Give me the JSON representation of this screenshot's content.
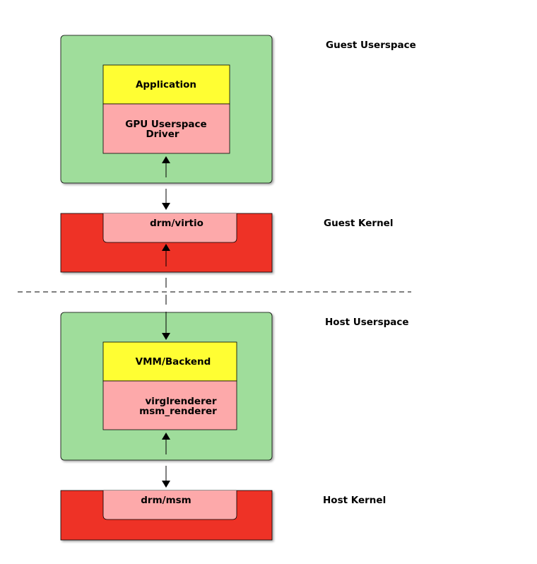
{
  "colors": {
    "userspace_green": "#9fdd9b",
    "kernel_red": "#ee3225",
    "driver_pink": "#fda9aa",
    "app_yellow": "#fffe33",
    "line": "#000000"
  },
  "guest_userspace": {
    "region_label": "Guest Userspace",
    "app_label": "Application",
    "driver_label_line1": "GPU Userspace",
    "driver_label_line2": "Driver"
  },
  "guest_kernel": {
    "region_label": "Guest Kernel",
    "module_label": "drm/virtio"
  },
  "host_userspace": {
    "region_label": "Host Userspace",
    "vmm_label": "VMM/Backend",
    "renderer_label_line1": "virglrenderer",
    "renderer_label_line2": "msm_renderer"
  },
  "host_kernel": {
    "region_label": "Host Kernel",
    "module_label": "drm/msm"
  },
  "connectors": [
    {
      "from": "guest-kernel",
      "to": "gpu-userspace-driver",
      "style": "solid",
      "direction": "up"
    },
    {
      "from": "gpu-userspace-driver",
      "to": "guest-kernel",
      "style": "solid",
      "direction": "down"
    },
    {
      "from": "host-userspace",
      "to": "guest-kernel",
      "style": "dashed",
      "direction": "up"
    },
    {
      "from": "guest-kernel",
      "to": "host-userspace",
      "style": "dashed",
      "direction": "down"
    },
    {
      "from": "host-kernel",
      "to": "renderer",
      "style": "solid",
      "direction": "up"
    },
    {
      "from": "renderer",
      "to": "host-kernel",
      "style": "solid",
      "direction": "down"
    }
  ],
  "separator": {
    "style": "dashed",
    "meaning": "guest/host boundary"
  }
}
